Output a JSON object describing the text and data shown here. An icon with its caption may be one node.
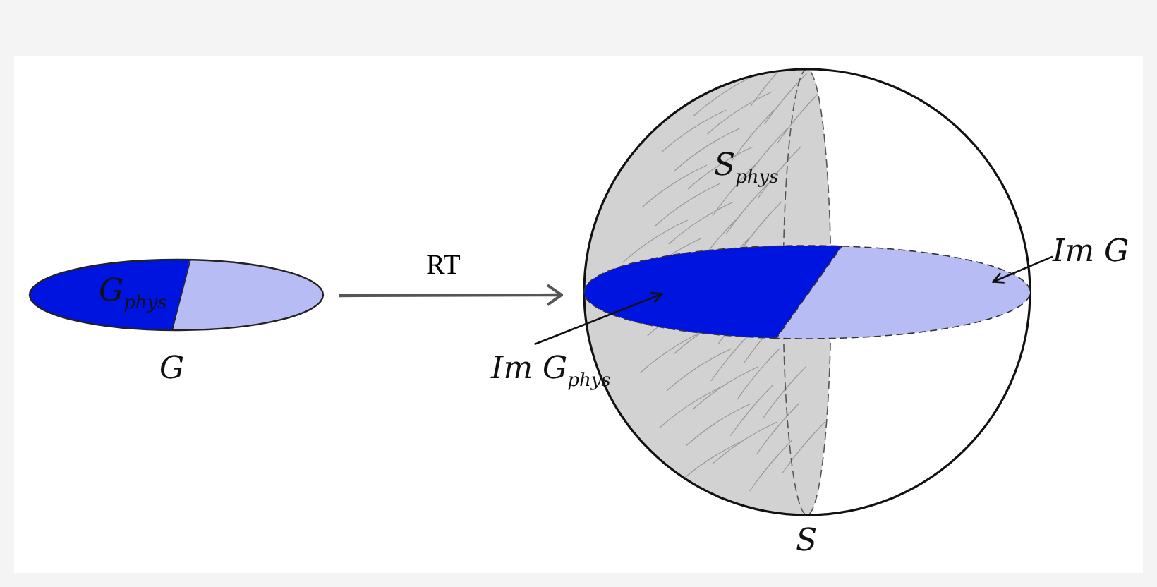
{
  "diagram": {
    "nodes": [
      {
        "text": [
          "G$_{phys}$"
        ],
        "beside": [
          "G"
        ]
      },
      {
        "text": [
          "S$_{phys}$"
        ],
        "beside": [
          "S"
        ]
      },
      {
        "text": [],
        "shape": "ellipse",
        "in": 1
      },
      {
        "text": [],
        "shape": "ellipse",
        "in": 1
      },
      {
        "text": [
          "Im G"
        ]
      },
      {
        "text": [
          "Im G$_{phys}$"
        ]
      }
    ],
    "edges": [
      {
        "from": 0,
        "to": 1,
        "arrow": "to",
        "label": "RT"
      },
      {
        "from": 4,
        "to": 3,
        "arrow": "to"
      },
      {
        "from": 5,
        "to": 2,
        "arrow": "to"
      }
    ]
  }
}
